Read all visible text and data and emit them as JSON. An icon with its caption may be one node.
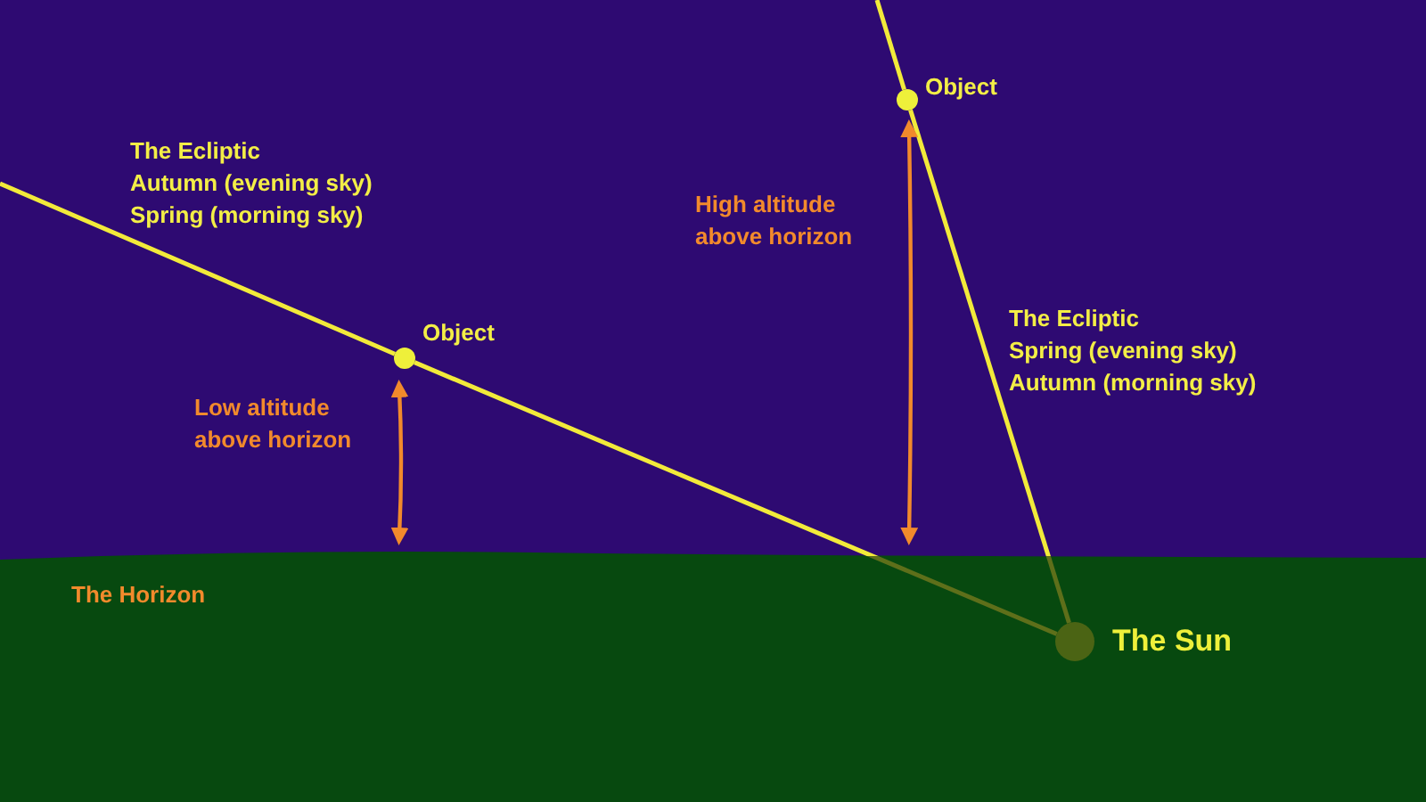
{
  "diagram": {
    "nodes": [
      {
        "text": [],
        "shape": "circle",
        "beside": [
          "Object"
        ]
      },
      {
        "text": [],
        "shape": "circle",
        "beside": [
          "Object"
        ]
      },
      {
        "text": [],
        "shape": "circle",
        "beside": [
          "The Sun"
        ]
      }
    ],
    "edges": [
      {
        "from": null,
        "to": 0,
        "arrow": "none"
      },
      {
        "from": 0,
        "to": 2,
        "arrow": "none"
      },
      {
        "from": null,
        "to": 1,
        "arrow": "none"
      },
      {
        "from": 1,
        "to": 2,
        "arrow": "none"
      }
    ],
    "labels": [
      "The Ecliptic",
      "Autumn (evening sky)",
      "Spring (morning sky)",
      "High altitude above horizon",
      "Low altitude above horizon",
      "The Ecliptic",
      "Spring (evening sky)",
      "Autumn (morning sky)",
      "The Horizon"
    ]
  }
}
